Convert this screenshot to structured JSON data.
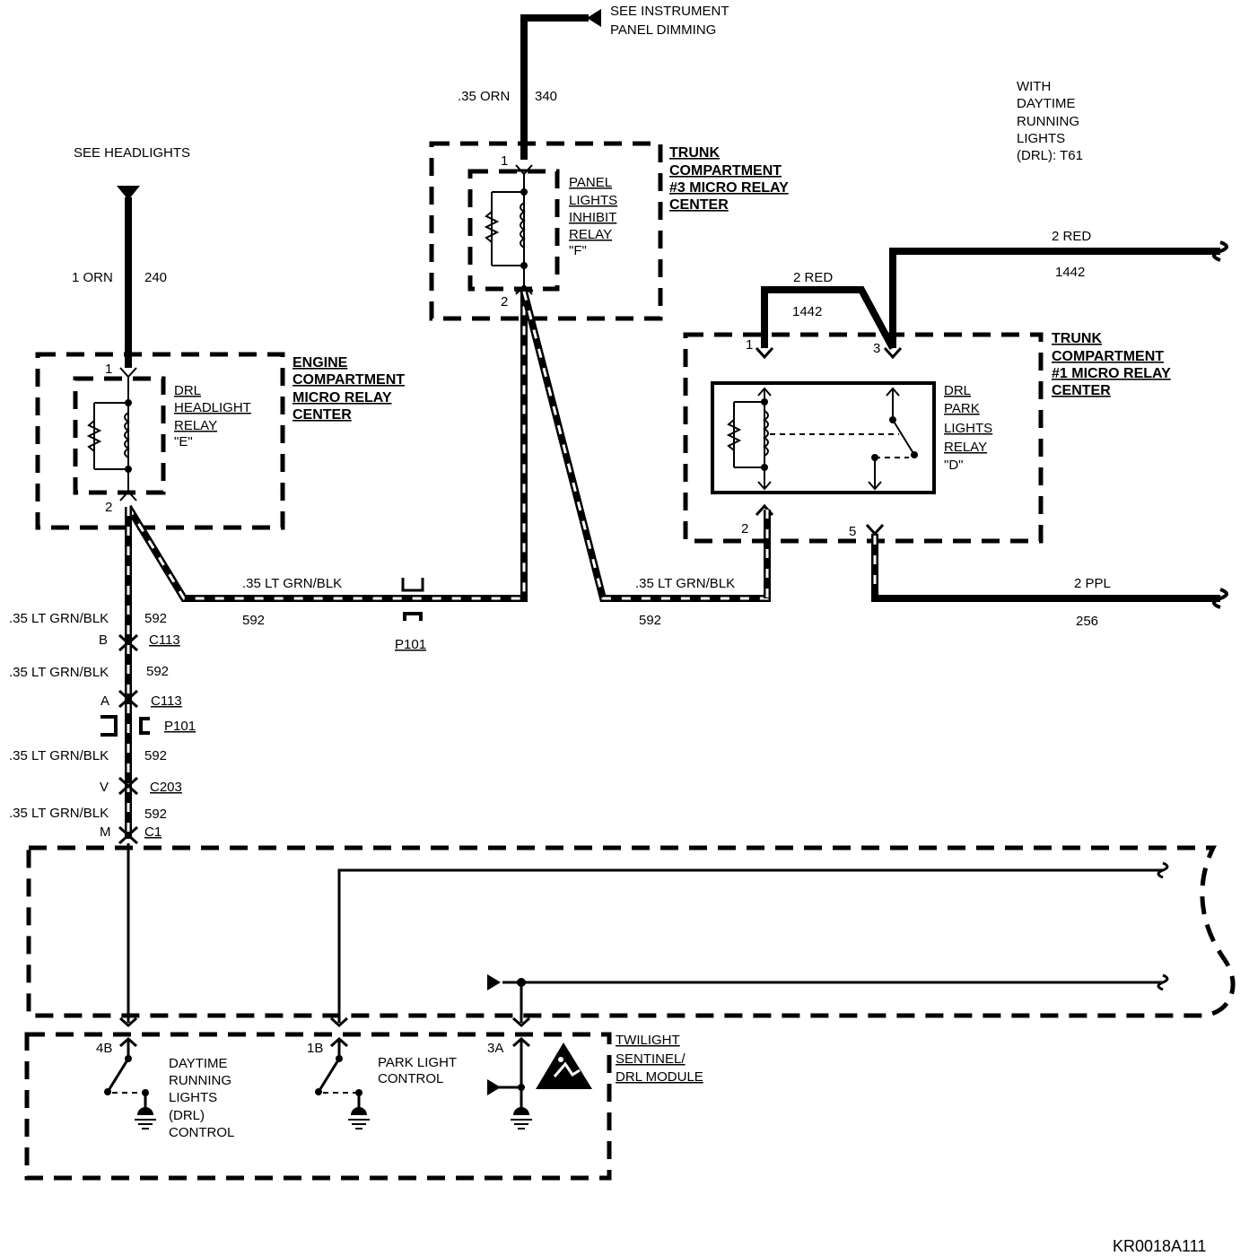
{
  "refs": {
    "instrument_panel_dimming": [
      "SEE INSTRUMENT",
      "PANEL DIMMING"
    ],
    "headlights": "SEE HEADLIGHTS"
  },
  "option_note": [
    "WITH",
    "DAYTIME",
    "RUNNING",
    "LIGHTS",
    "(DRL): T61"
  ],
  "wires": {
    "w340": {
      "color": ".35 ORN",
      "circuit": "340"
    },
    "w240": {
      "color": "1 ORN",
      "circuit": "240"
    },
    "w592_top_left": {
      "color": ".35 LT GRN/BLK",
      "circuit": "592"
    },
    "w592_top_right": {
      "color": ".35 LT GRN/BLK",
      "circuit": "592"
    },
    "w1442_top": {
      "color": "2 RED",
      "circuit": "1442"
    },
    "w1442_mid": {
      "color": "2 RED",
      "circuit": "1442"
    },
    "w256": {
      "color": "2 PPL",
      "circuit": "256"
    },
    "w592_v1": {
      "color": ".35 LT GRN/BLK",
      "circuit": "592"
    },
    "w592_v2": {
      "color": ".35 LT GRN/BLK",
      "circuit": "592"
    },
    "w592_v3": {
      "color": ".35 LT GRN/BLK",
      "circuit": "592"
    },
    "w592_v4": {
      "color": ".35 LT GRN/BLK",
      "circuit": "592"
    }
  },
  "connectors": {
    "b": {
      "pin": "B",
      "name": "C113"
    },
    "a": {
      "pin": "A",
      "name": "C113"
    },
    "p101_v": {
      "name": "P101"
    },
    "v": {
      "pin": "V",
      "name": "C203"
    },
    "m": {
      "pin": "M",
      "name": "C1"
    },
    "p101_h": {
      "name": "P101"
    }
  },
  "relay_centers": {
    "trunk3": [
      "TRUNK",
      "COMPARTMENT",
      "#3 MICRO RELAY",
      "CENTER"
    ],
    "engine": [
      "ENGINE",
      "COMPARTMENT",
      "MICRO RELAY",
      "CENTER"
    ],
    "trunk1": [
      "TRUNK",
      "COMPARTMENT",
      "#1 MICRO RELAY",
      "CENTER"
    ]
  },
  "relays": {
    "panel": {
      "lines": [
        "PANEL",
        "LIGHTS",
        "INHIBIT",
        "RELAY"
      ],
      "id": "\"F\"",
      "pin_top": "1",
      "pin_bottom": "2"
    },
    "drl_headlight": {
      "lines": [
        "DRL",
        "HEADLIGHT",
        "RELAY"
      ],
      "id": "\"E\"",
      "pin_top": "1",
      "pin_bottom": "2"
    },
    "drl_park": {
      "lines": [
        "DRL",
        "PARK",
        "LIGHTS",
        "RELAY"
      ],
      "id": "\"D\"",
      "pin_1": "1",
      "pin_2": "2",
      "pin_3": "3",
      "pin_5": "5"
    }
  },
  "module": {
    "name": [
      "TWILIGHT",
      "SENTINEL/",
      "DRL MODULE"
    ],
    "pins": [
      "4B",
      "1B",
      "3A"
    ],
    "drl_control": [
      "DAYTIME",
      "RUNNING",
      "LIGHTS",
      "(DRL)",
      "CONTROL"
    ],
    "park_control": [
      "PARK LIGHT",
      "CONTROL"
    ]
  },
  "diagram_id": "KR0018A111"
}
